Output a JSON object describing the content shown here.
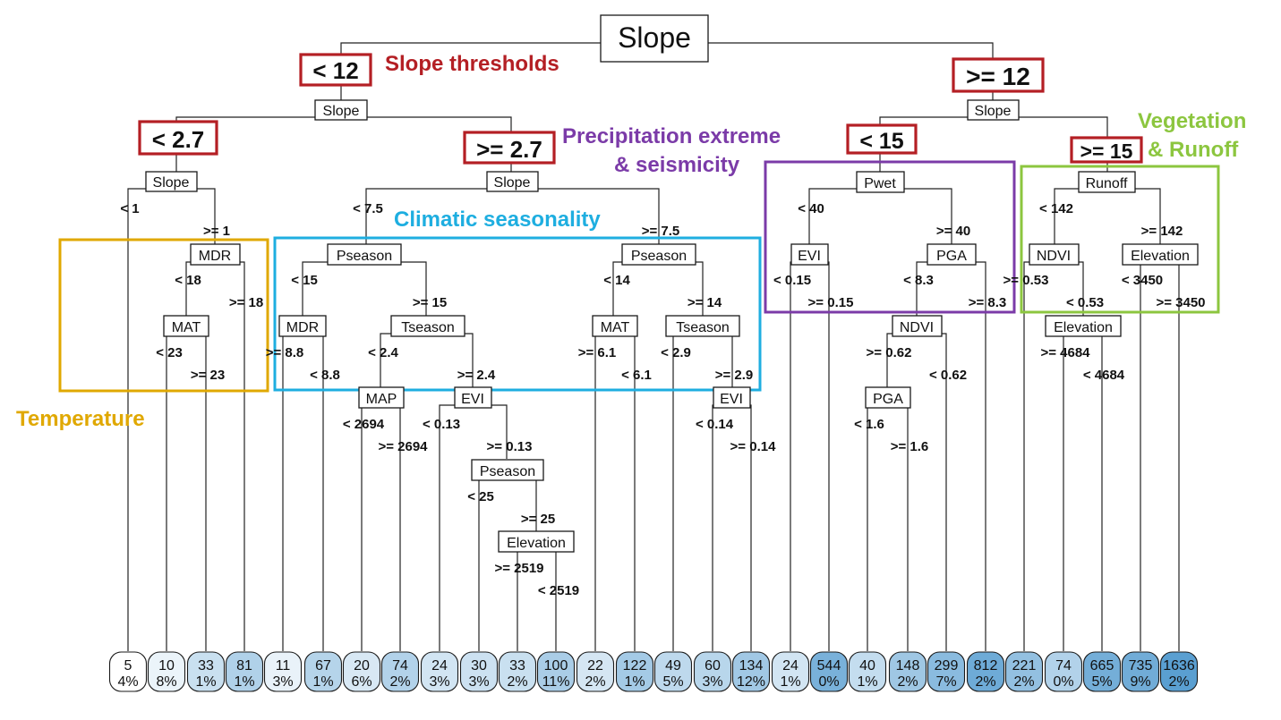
{
  "root": {
    "label": "Slope"
  },
  "thresholds": [
    {
      "id": "lt12",
      "label": "< 12"
    },
    {
      "id": "ge12",
      "label": ">= 12"
    },
    {
      "id": "lt27",
      "label": "< 2.7"
    },
    {
      "id": "ge27",
      "label": ">= 2.7"
    },
    {
      "id": "lt15",
      "label": "< 15"
    },
    {
      "id": "ge15",
      "label": ">= 15"
    }
  ],
  "groups": [
    {
      "id": "slope",
      "label_lines": [
        "Slope thresholds"
      ],
      "color": "#b41f24"
    },
    {
      "id": "temperature",
      "label_lines": [
        "Temperature"
      ],
      "color": "#e0a800"
    },
    {
      "id": "climatic",
      "label_lines": [
        "Climatic seasonality"
      ],
      "color": "#1eaee0"
    },
    {
      "id": "precip",
      "label_lines": [
        "Precipitation extreme",
        "& seismicity"
      ],
      "color": "#7b3ba8"
    },
    {
      "id": "vegetation",
      "label_lines": [
        "Vegetation",
        "& Runoff"
      ],
      "color": "#8cc63f"
    }
  ],
  "nodes": [
    {
      "id": "n_slope_l",
      "label": "Slope"
    },
    {
      "id": "n_slope_r",
      "label": "Slope"
    },
    {
      "id": "n_slope_ll",
      "label": "Slope"
    },
    {
      "id": "n_slope_lr",
      "label": "Slope"
    },
    {
      "id": "n_mdr1",
      "label": "MDR"
    },
    {
      "id": "n_mat1",
      "label": "MAT"
    },
    {
      "id": "n_pseason1",
      "label": "Pseason"
    },
    {
      "id": "n_pseason2",
      "label": "Pseason"
    },
    {
      "id": "n_mdr2",
      "label": "MDR"
    },
    {
      "id": "n_tseason1",
      "label": "Tseason"
    },
    {
      "id": "n_mat2",
      "label": "MAT"
    },
    {
      "id": "n_tseason2",
      "label": "Tseason"
    },
    {
      "id": "n_map",
      "label": "MAP"
    },
    {
      "id": "n_evi1",
      "label": "EVI"
    },
    {
      "id": "n_evi2",
      "label": "EVI"
    },
    {
      "id": "n_pseason3",
      "label": "Pseason"
    },
    {
      "id": "n_elev1",
      "label": "Elevation"
    },
    {
      "id": "n_pwet",
      "label": "Pwet"
    },
    {
      "id": "n_evi3",
      "label": "EVI"
    },
    {
      "id": "n_pga1",
      "label": "PGA"
    },
    {
      "id": "n_ndvi1",
      "label": "NDVI"
    },
    {
      "id": "n_pga2",
      "label": "PGA"
    },
    {
      "id": "n_runoff",
      "label": "Runoff"
    },
    {
      "id": "n_ndvi2",
      "label": "NDVI"
    },
    {
      "id": "n_elev2",
      "label": "Elevation"
    },
    {
      "id": "n_elev3",
      "label": "Elevation"
    }
  ],
  "edge_labels": [
    "< 1",
    ">= 1",
    "< 18",
    ">= 18",
    "< 23",
    ">= 23",
    "< 7.5",
    ">= 7.5",
    "< 15",
    ">= 15",
    "< 14",
    ">= 14",
    ">= 8.8",
    "< 8.8",
    "< 2.4",
    ">= 2.4",
    ">= 6.1",
    "< 6.1",
    "< 2.9",
    ">= 2.9",
    "< 2694",
    ">= 2694",
    "< 0.13",
    ">= 0.13",
    "< 0.14",
    ">= 0.14",
    "< 25",
    ">= 25",
    ">= 2519",
    "< 2519",
    "< 40",
    ">= 40",
    "< 0.15",
    ">= 0.15",
    "< 8.3",
    ">= 8.3",
    ">= 0.62",
    "< 0.62",
    "< 1.6",
    ">= 1.6",
    "< 142",
    ">= 142",
    ">= 0.53",
    "< 0.53",
    "< 3450",
    ">= 3450",
    ">= 4684",
    "< 4684"
  ],
  "leaves": [
    {
      "value": "5",
      "pct": "4%"
    },
    {
      "value": "10",
      "pct": "8%"
    },
    {
      "value": "33",
      "pct": "1%"
    },
    {
      "value": "81",
      "pct": "1%"
    },
    {
      "value": "11",
      "pct": "3%"
    },
    {
      "value": "67",
      "pct": "1%"
    },
    {
      "value": "20",
      "pct": "6%"
    },
    {
      "value": "74",
      "pct": "2%"
    },
    {
      "value": "24",
      "pct": "3%"
    },
    {
      "value": "30",
      "pct": "3%"
    },
    {
      "value": "33",
      "pct": "2%"
    },
    {
      "value": "100",
      "pct": "11%"
    },
    {
      "value": "22",
      "pct": "2%"
    },
    {
      "value": "122",
      "pct": "1%"
    },
    {
      "value": "49",
      "pct": "5%"
    },
    {
      "value": "60",
      "pct": "3%"
    },
    {
      "value": "134",
      "pct": "12%"
    },
    {
      "value": "24",
      "pct": "1%"
    },
    {
      "value": "544",
      "pct": "0%"
    },
    {
      "value": "40",
      "pct": "1%"
    },
    {
      "value": "148",
      "pct": "2%"
    },
    {
      "value": "299",
      "pct": "7%"
    },
    {
      "value": "812",
      "pct": "2%"
    },
    {
      "value": "221",
      "pct": "2%"
    },
    {
      "value": "74",
      "pct": "0%"
    },
    {
      "value": "665",
      "pct": "5%"
    },
    {
      "value": "735",
      "pct": "9%"
    },
    {
      "value": "1636",
      "pct": "2%"
    }
  ],
  "leaf_color_scale": [
    "#ffffff",
    "#3d8ec9"
  ]
}
